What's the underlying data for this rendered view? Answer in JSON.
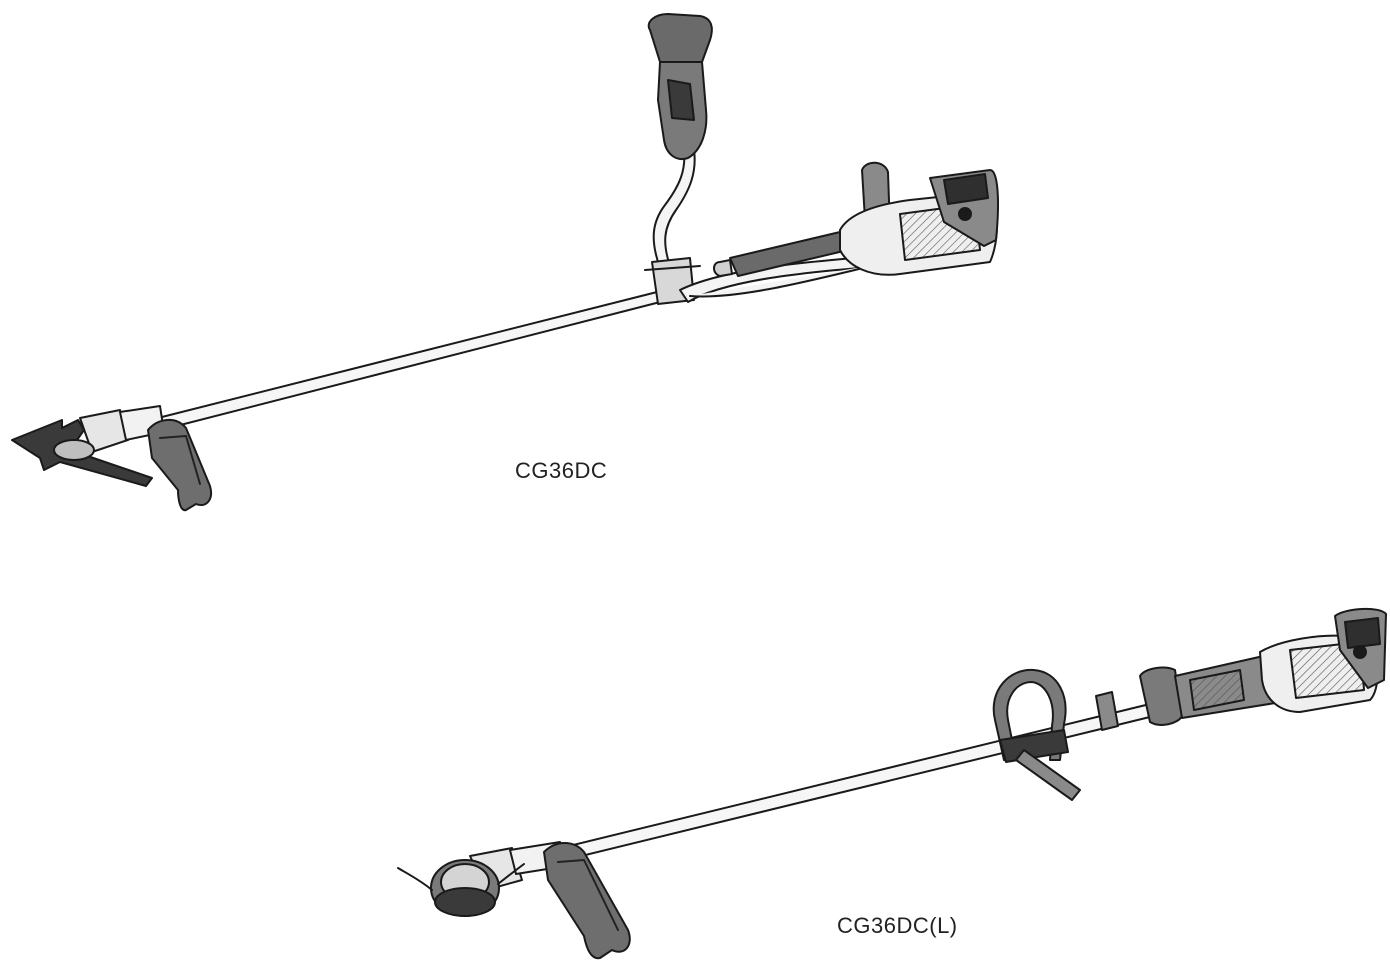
{
  "diagram": {
    "models": [
      {
        "label": "CG36DC",
        "handle_type": "bike-handle",
        "cutting_attachment": "metal-blade"
      },
      {
        "label": "CG36DC(L)",
        "handle_type": "loop-handle",
        "cutting_attachment": "nylon-cord-head"
      }
    ],
    "colors": {
      "line": "#1a1a1a",
      "fill_light": "#f4f4f4",
      "fill_mid": "#8a8a8a",
      "fill_dark": "#3a3a3a",
      "background": "#ffffff"
    }
  }
}
